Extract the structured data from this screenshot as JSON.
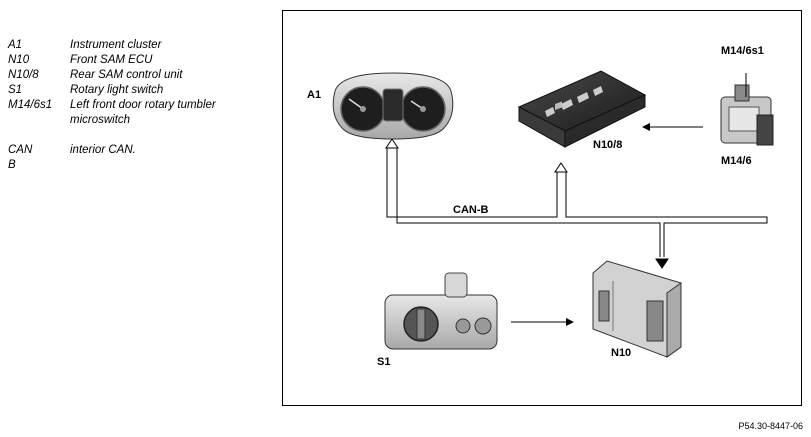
{
  "legend": [
    {
      "code": "A1",
      "desc": "Instrument cluster"
    },
    {
      "code": "N10",
      "desc": "Front SAM ECU"
    },
    {
      "code": "N10/8",
      "desc": "Rear SAM control unit"
    },
    {
      "code": "S1",
      "desc": "Rotary light switch"
    },
    {
      "code": "M14/6s1",
      "desc": "Left front door rotary tumbler microswitch"
    },
    {
      "code": "CAN B",
      "desc": "interior CAN."
    }
  ],
  "diagram": {
    "labels": {
      "a1": "A1",
      "n10_8": "N10/8",
      "m14_6s1": "M14/6s1",
      "m14_6": "M14/6",
      "can_b": "CAN-B",
      "s1": "S1",
      "n10": "N10"
    }
  },
  "reference_code": "P54.30-8447-06"
}
